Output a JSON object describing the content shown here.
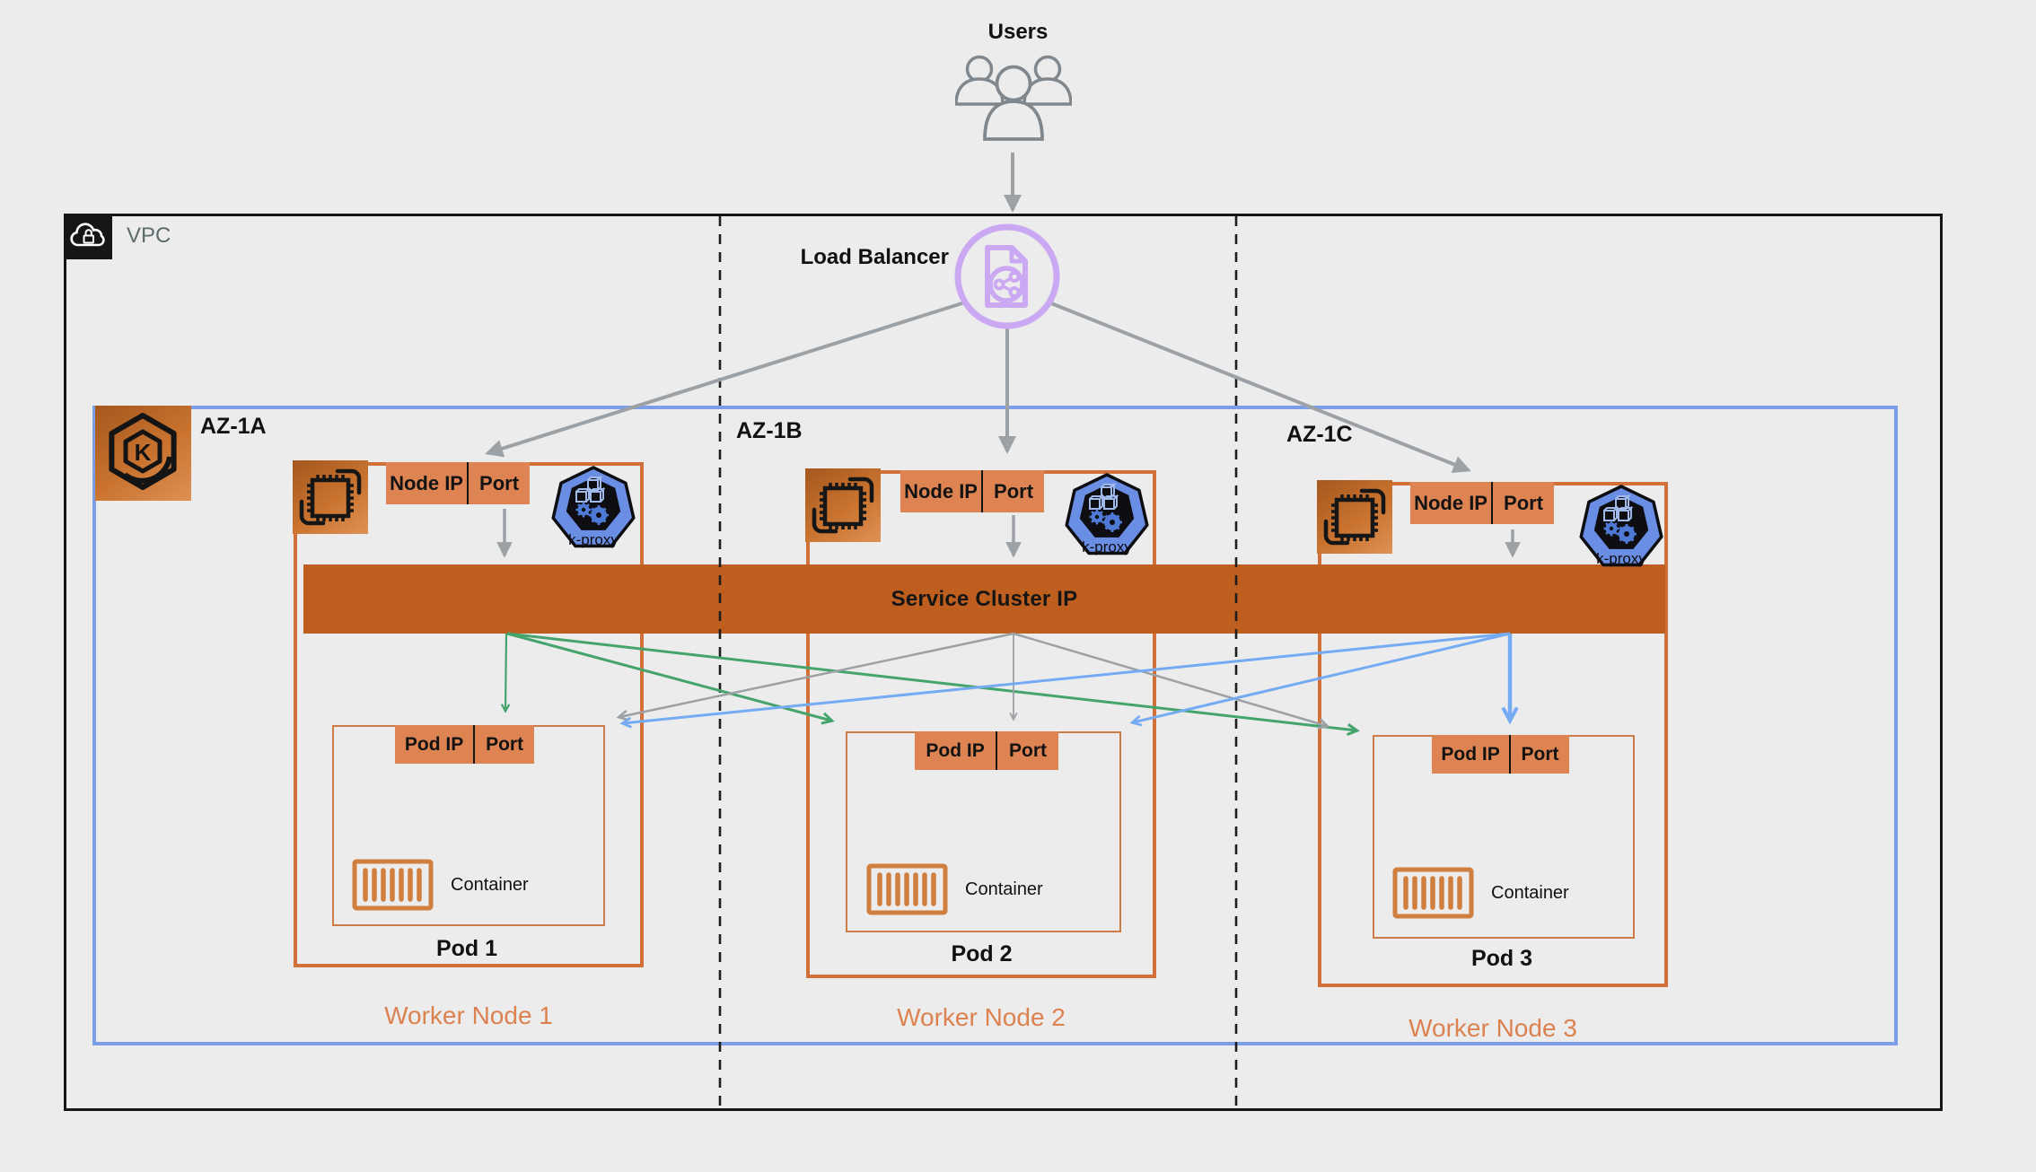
{
  "users": {
    "label": "Users"
  },
  "vpc": {
    "label": "VPC"
  },
  "load_balancer": {
    "label": "Load Balancer"
  },
  "service": {
    "label": "Service Cluster IP"
  },
  "zones": [
    {
      "label": "AZ-1A"
    },
    {
      "label": "AZ-1B"
    },
    {
      "label": "AZ-1C"
    }
  ],
  "nodes": [
    {
      "label": "Worker Node 1",
      "tab": {
        "ip": "Node IP",
        "port": "Port"
      },
      "kproxy": "k-proxy",
      "pod": {
        "label": "Pod 1",
        "tab": {
          "ip": "Pod IP",
          "port": "Port"
        },
        "container": "Container"
      }
    },
    {
      "label": "Worker Node 2",
      "tab": {
        "ip": "Node IP",
        "port": "Port"
      },
      "kproxy": "k-proxy",
      "pod": {
        "label": "Pod 2",
        "tab": {
          "ip": "Pod IP",
          "port": "Port"
        },
        "container": "Container"
      }
    },
    {
      "label": "Worker Node 3",
      "tab": {
        "ip": "Node IP",
        "port": "Port"
      },
      "kproxy": "k-proxy",
      "pod": {
        "label": "Pod 3",
        "tab": {
          "ip": "Pod IP",
          "port": "Port"
        },
        "container": "Container"
      }
    }
  ],
  "colors": {
    "background": "#ECECEC",
    "vpc_border": "#161616",
    "cluster_border": "#7C9DE8",
    "node_border": "#D2703A",
    "tab_fill": "#DD8452",
    "service_bar_fill": "#BF5F1F",
    "pod_border": "#CD7C47",
    "worker_label_text": "#DC8250",
    "arrow_gray": "#9CA1A6",
    "arrow_green": "#45A46C",
    "arrow_blue": "#74ABF3",
    "load_balancer_purple": "#CBA9F2",
    "kproxy_blue": "#6A8EE4",
    "icon_gradient_start": "#A5571E",
    "icon_gradient_end": "#DE9155"
  }
}
